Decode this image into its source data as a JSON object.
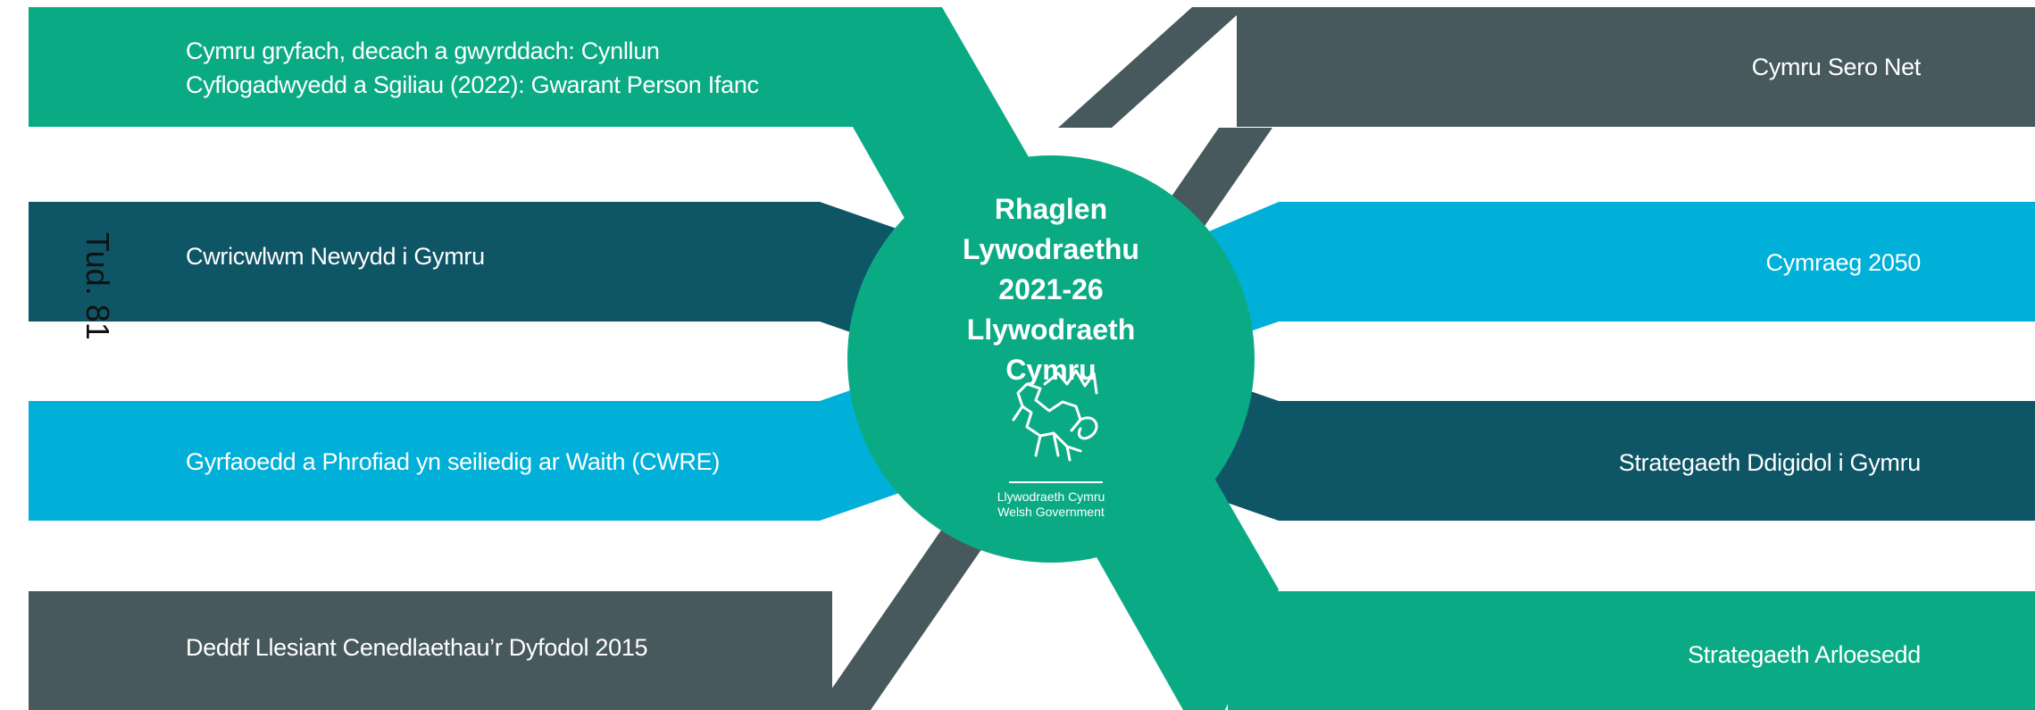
{
  "page_number": "Tud. 81",
  "center": {
    "title_lines": [
      "Rhaglen",
      "Lywodraethu",
      "2021-26",
      "Llywodraeth",
      "Cymru"
    ],
    "logo_lines": [
      "Llywodraeth Cymru",
      "Welsh Government"
    ]
  },
  "left_items": [
    {
      "lines": [
        "Cymru gryfach, decach a gwyrddach: Cynllun",
        "Cyflogadwyedd a Sgiliau (2022): Gwarant Person Ifanc"
      ],
      "color": "#0aab84"
    },
    {
      "lines": [
        "Cwricwlwm Newydd i Gymru"
      ],
      "color": "#0e5566"
    },
    {
      "lines": [
        "Gyrfaoedd a Phrofiad yn seiliedig ar Waith (CWRE)"
      ],
      "color": "#00b0d8"
    },
    {
      "lines": [
        "Deddf Llesiant Cenedlaethau’r Dyfodol 2015"
      ],
      "color": "#47595c"
    }
  ],
  "right_items": [
    {
      "lines": [
        "Cymru Sero Net"
      ],
      "color": "#47595c"
    },
    {
      "lines": [
        "Cymraeg 2050"
      ],
      "color": "#00b0d8"
    },
    {
      "lines": [
        "Strategaeth Ddigidol i Gymru"
      ],
      "color": "#0e5566"
    },
    {
      "lines": [
        "Strategaeth Arloesedd"
      ],
      "color": "#0aab84"
    }
  ],
  "colors": {
    "green": "#0aab84",
    "dark_teal": "#0e5566",
    "light_blue": "#00b0d8",
    "slate": "#47595c",
    "circle": "#0aab84",
    "background": "#ffffff"
  }
}
